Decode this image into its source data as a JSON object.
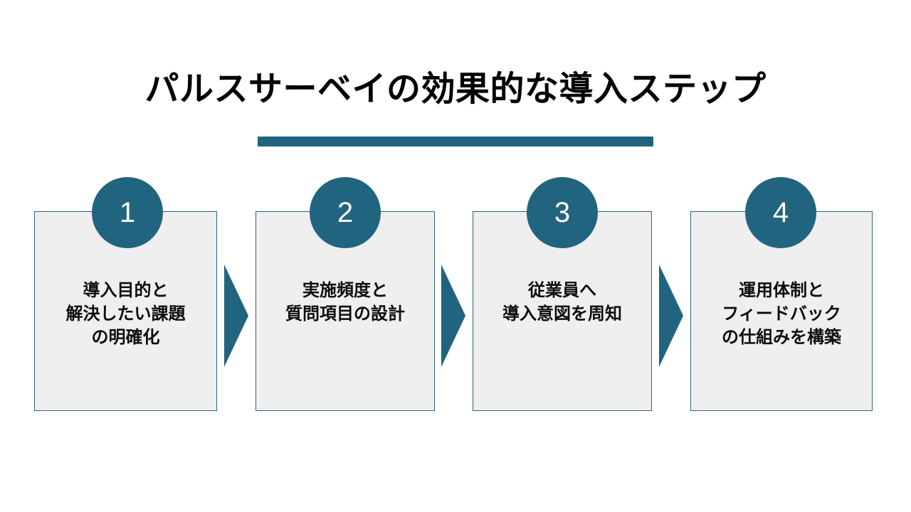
{
  "slide": {
    "title": "パルスサーベイの効果的な導入ステップ",
    "background_color": "#ffffff",
    "accent_color": "#21647f",
    "box_fill_color": "#efefef",
    "box_border_color": "#2e6382",
    "title_color": "#000000",
    "body_text_color": "#0d0d0d"
  },
  "steps": [
    {
      "number": "1",
      "text": "導入目的と\n解決したい課題\nの明確化"
    },
    {
      "number": "2",
      "text": "実施頻度と\n質問項目の設計"
    },
    {
      "number": "3",
      "text": "従業員へ\n導入意図を周知"
    },
    {
      "number": "4",
      "text": "運用体制と\nフィードバック\nの仕組みを構築"
    }
  ],
  "arrows": [
    {
      "name": "step-arrow-1-to-2"
    },
    {
      "name": "step-arrow-2-to-3"
    },
    {
      "name": "step-arrow-3-to-4"
    }
  ]
}
